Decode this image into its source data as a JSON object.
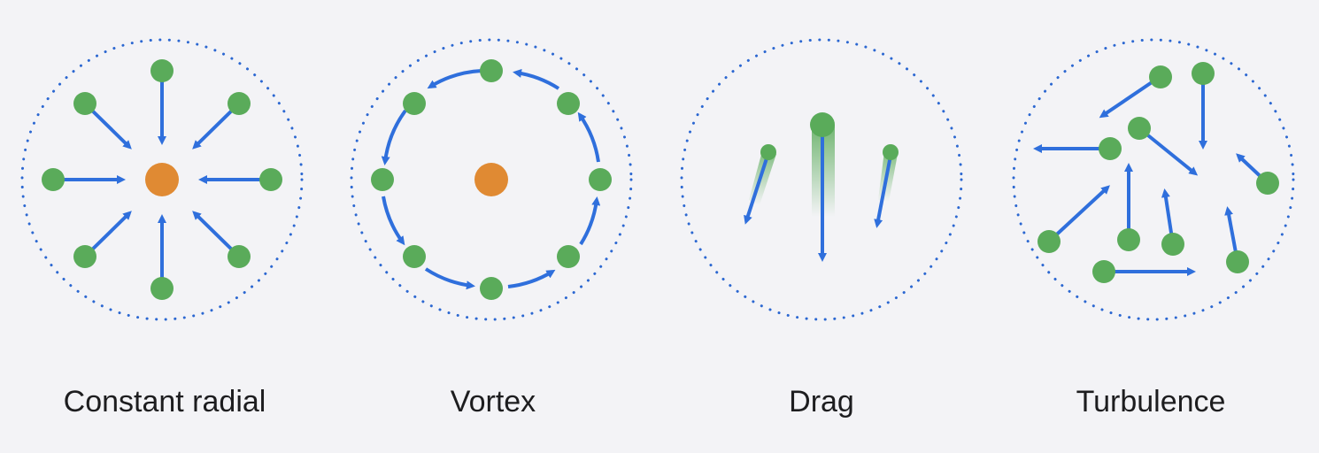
{
  "panels": [
    {
      "id": "constant-radial",
      "label": "Constant radial"
    },
    {
      "id": "vortex",
      "label": "Vortex"
    },
    {
      "id": "drag",
      "label": "Drag"
    },
    {
      "id": "turbulence",
      "label": "Turbulence"
    }
  ],
  "colors": {
    "background": "#f3f3f6",
    "boundary_dots": "#2b67d1",
    "arrow": "#2f6fdc",
    "particle": "#5aab5a",
    "attractor": "#e08a33",
    "label_text": "#1d1d1f"
  }
}
